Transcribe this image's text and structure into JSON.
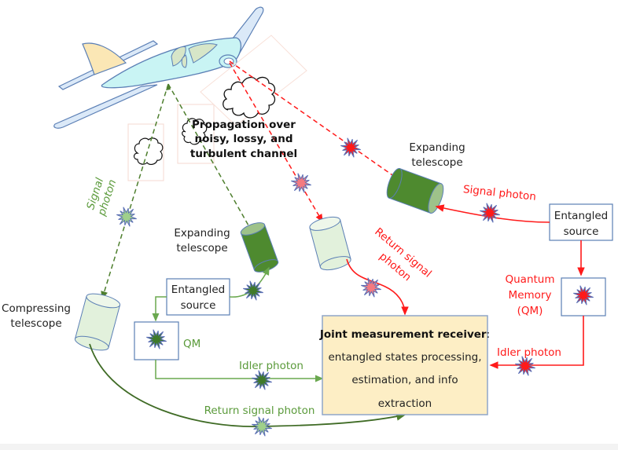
{
  "diagram": {
    "channel_label": [
      "Propagation over",
      "noisy, lossy, and",
      "turbulent channel"
    ],
    "left_side": {
      "signal_photon_label": [
        "Signal",
        "photon"
      ],
      "expanding_telescope_label": [
        "Expanding",
        "telescope"
      ],
      "entangled_source_label": [
        "Entangled",
        "source"
      ],
      "qm_label": "QM",
      "compressing_telescope_label": [
        "Compressing",
        "telescope"
      ],
      "idler_photon_label": "Idler photon",
      "return_signal_photon_label": "Return signal photon"
    },
    "right_side": {
      "expanding_telescope_label": [
        "Expanding",
        "telescope"
      ],
      "signal_photon_label": "Signal photon",
      "entangled_source_label": [
        "Entangled",
        "source"
      ],
      "quantum_memory_label": [
        "Quantum",
        "Memory",
        "(QM)"
      ],
      "return_signal_photon_label": [
        "Return signal",
        "photon"
      ],
      "idler_photon_label": "Idler photon"
    },
    "receiver": {
      "title": "Joint measurement receiver",
      "title_suffix": ":",
      "lines": [
        "entangled states processing,",
        "estimation, and info",
        "extraction"
      ]
    },
    "colors": {
      "red_path": "#ff1a1a",
      "green_path": "#4e7f2e",
      "green_label": "#5a9a3a",
      "box_border": "#5b7fb5",
      "receiver_fill": "#fdeec5",
      "plane_body": "#c9f4f4",
      "plane_tail": "#fbe7b5",
      "telescope_dark": "#4e8a2f",
      "telescope_light": "#e2f1dc"
    }
  }
}
